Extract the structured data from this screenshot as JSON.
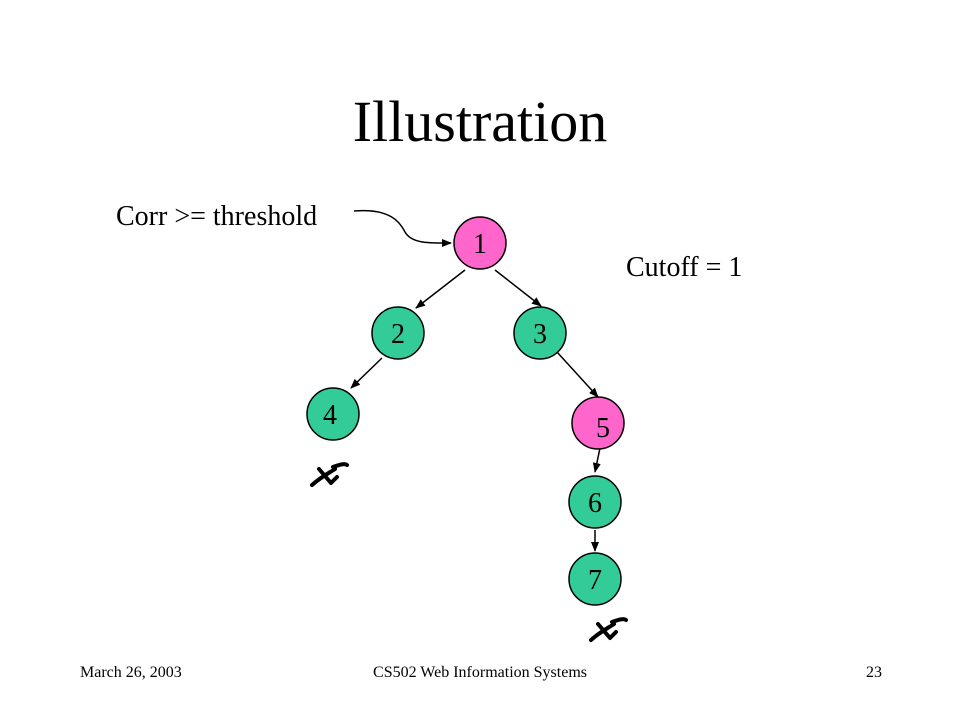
{
  "slide": {
    "title": "Illustration",
    "annotation_label": "Corr >= threshold",
    "cutoff_label": "Cutoff = 1"
  },
  "tree": {
    "nodes": [
      {
        "id": "1",
        "label": "1",
        "color": "#ff66cc"
      },
      {
        "id": "2",
        "label": "2",
        "color": "#33cc99"
      },
      {
        "id": "3",
        "label": "3",
        "color": "#33cc99"
      },
      {
        "id": "4",
        "label": "4",
        "color": "#33cc99"
      },
      {
        "id": "5",
        "label": "5",
        "color": "#ff66cc"
      },
      {
        "id": "6",
        "label": "6",
        "color": "#33cc99"
      },
      {
        "id": "7",
        "label": "7",
        "color": "#33cc99"
      }
    ],
    "edges": [
      {
        "from": "1",
        "to": "2"
      },
      {
        "from": "1",
        "to": "3"
      },
      {
        "from": "2",
        "to": "4"
      },
      {
        "from": "3",
        "to": "5"
      },
      {
        "from": "5",
        "to": "6"
      },
      {
        "from": "6",
        "to": "7"
      }
    ],
    "cut_marks": [
      {
        "below": "4",
        "icon": "cut-mark-icon"
      },
      {
        "below": "7",
        "icon": "cut-mark-icon"
      }
    ]
  },
  "colors": {
    "highlight_node": "#ff66cc",
    "normal_node": "#33cc99",
    "line": "#000000"
  },
  "footer": {
    "date": "March 26, 2003",
    "course": "CS502 Web Information Systems",
    "page": "23"
  }
}
